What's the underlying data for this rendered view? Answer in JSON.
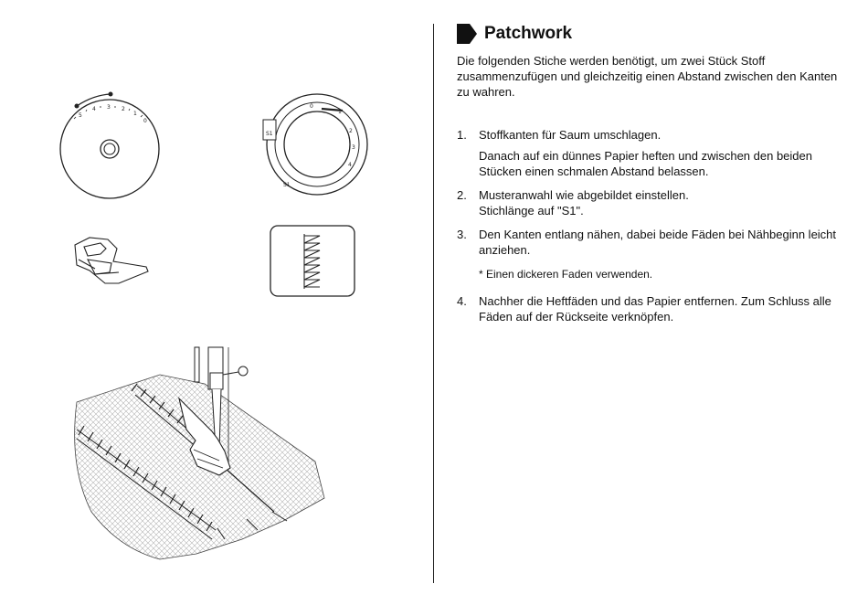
{
  "section": {
    "title": "Patchwork",
    "intro": "Die folgenden Stiche werden benötigt, um zwei Stück Stoff zusammenzufügen und gleichzeitig einen Abstand zwischen den Kanten zu wahren."
  },
  "steps": [
    {
      "number": "1.",
      "lines": [
        "Stoffkanten für Saum umschlagen.",
        "Danach auf ein dünnes Papier heften und zwischen den beiden Stücken einen schmalen Abstand belassen."
      ]
    },
    {
      "number": "2.",
      "lines": [
        "Musteranwahl wie abgebildet einstellen.",
        "Stichlänge auf \"S1\"."
      ]
    },
    {
      "number": "3.",
      "lines": [
        "Den Kanten entlang nähen, dabei beide Fäden bei Nähbeginn leicht anziehen."
      ],
      "note": "* Einen dickeren Faden verwenden."
    },
    {
      "number": "4.",
      "lines": [
        "Nachher die Heftfäden und das Papier entfernen. Zum Schluss alle Fäden auf der Rückseite verknöpfen."
      ]
    }
  ],
  "figures": {
    "width_dial_labels": [
      "5",
      "4",
      "3",
      "2",
      "1",
      "0"
    ],
    "length_dial_labels": [
      "0",
      "1",
      "2",
      "3",
      "4",
      "S1"
    ],
    "length_dial_window": "S1"
  }
}
